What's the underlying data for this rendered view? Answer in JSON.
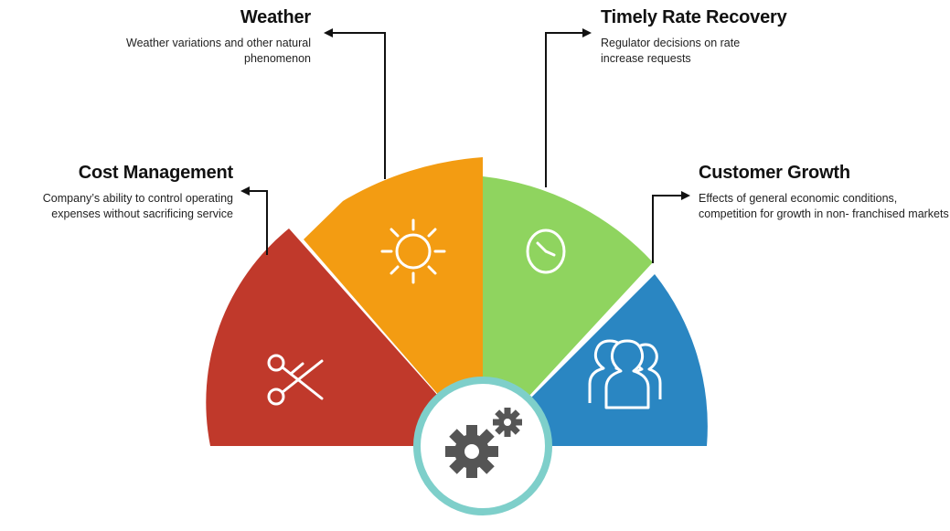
{
  "segments": [
    {
      "id": "cost",
      "title": "Cost Management",
      "description": "Company’s ability to control operating expenses  without sacrificing service",
      "color": "#c0392b",
      "icon": "scissors-icon"
    },
    {
      "id": "weather",
      "title": "Weather",
      "description": "Weather variations and other natural phenomenon",
      "color": "#f39c12",
      "icon": "sun-icon"
    },
    {
      "id": "timely",
      "title": "Timely Rate Recovery",
      "description": "Regulator decisions on rate increase requests",
      "color": "#8fd45f",
      "icon": "clock-icon"
    },
    {
      "id": "customer",
      "title": "Customer Growth",
      "description": "Effects of general economic conditions, competition for growth in non-  franchised markets",
      "color": "#2a86c2",
      "icon": "people-icon"
    }
  ],
  "center": {
    "icon": "gears-icon",
    "ring_color": "#7ecfca"
  }
}
